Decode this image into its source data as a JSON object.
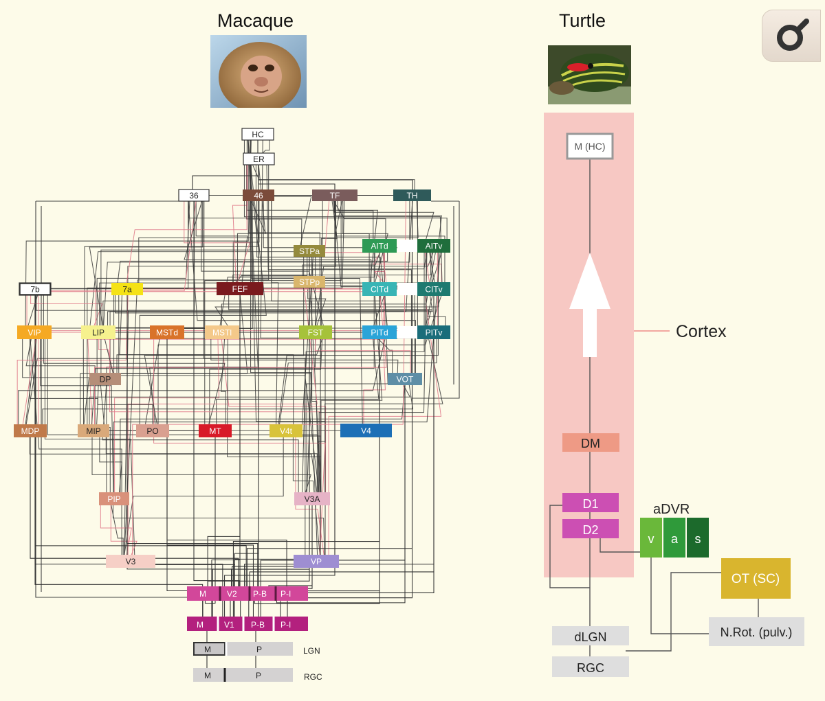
{
  "macaque": {
    "title": "Macaque",
    "areas": [
      {
        "id": "HC",
        "label": "HC",
        "color": "#ffffff",
        "text": "#222222"
      },
      {
        "id": "ER",
        "label": "ER",
        "color": "#ffffff",
        "text": "#222222"
      },
      {
        "id": "36",
        "label": "36",
        "color": "#ffffff",
        "text": "#222222"
      },
      {
        "id": "46",
        "label": "46",
        "color": "#7b4b3a",
        "text": "#ffffff"
      },
      {
        "id": "TF",
        "label": "TF",
        "color": "#7a5c5c",
        "text": "#ffffff"
      },
      {
        "id": "TH",
        "label": "TH",
        "color": "#2f5a5a",
        "text": "#ffffff"
      },
      {
        "id": "STPa",
        "label": "STPa",
        "color": "#948a3c",
        "text": "#ffffff"
      },
      {
        "id": "AITd",
        "label": "AITd",
        "color": "#2e9a55",
        "text": "#ffffff"
      },
      {
        "id": "AITv",
        "label": "AITv",
        "color": "#1f6e3c",
        "text": "#ffffff"
      },
      {
        "id": "7b",
        "label": "7b",
        "color": "#ffffff",
        "text": "#222222"
      },
      {
        "id": "7a",
        "label": "7a",
        "color": "#f5e216",
        "text": "#222222"
      },
      {
        "id": "FEF",
        "label": "FEF",
        "color": "#7a1a1e",
        "text": "#ffffff"
      },
      {
        "id": "STPp",
        "label": "STPp",
        "color": "#d9b66c",
        "text": "#ffffff"
      },
      {
        "id": "CITd",
        "label": "CITd",
        "color": "#38b5b5",
        "text": "#ffffff"
      },
      {
        "id": "CITv",
        "label": "CITv",
        "color": "#1e7a70",
        "text": "#ffffff"
      },
      {
        "id": "VIP",
        "label": "VIP",
        "color": "#f5a923",
        "text": "#ffffff"
      },
      {
        "id": "LIP",
        "label": "LIP",
        "color": "#f6f18e",
        "text": "#222222"
      },
      {
        "id": "MSTd",
        "label": "MSTd",
        "color": "#d9732a",
        "text": "#ffffff"
      },
      {
        "id": "MSTl",
        "label": "MSTl",
        "color": "#f4c98a",
        "text": "#ffffff"
      },
      {
        "id": "FST",
        "label": "FST",
        "color": "#a6c23a",
        "text": "#ffffff"
      },
      {
        "id": "PITd",
        "label": "PITd",
        "color": "#2aa4d8",
        "text": "#ffffff"
      },
      {
        "id": "PITv",
        "label": "PITv",
        "color": "#1a6d7a",
        "text": "#ffffff"
      },
      {
        "id": "DP",
        "label": "DP",
        "color": "#b58e78",
        "text": "#222222"
      },
      {
        "id": "VOT",
        "label": "VOT",
        "color": "#5e8ea6",
        "text": "#ffffff"
      },
      {
        "id": "MDP",
        "label": "MDP",
        "color": "#c07a4a",
        "text": "#ffffff"
      },
      {
        "id": "MIP",
        "label": "MIP",
        "color": "#d9a97a",
        "text": "#222222"
      },
      {
        "id": "PO",
        "label": "PO",
        "color": "#d9a090",
        "text": "#222222"
      },
      {
        "id": "MT",
        "label": "MT",
        "color": "#d81a28",
        "text": "#ffffff"
      },
      {
        "id": "V4t",
        "label": "V4t",
        "color": "#d8c33a",
        "text": "#ffffff"
      },
      {
        "id": "V4",
        "label": "V4",
        "color": "#1c6fb6",
        "text": "#ffffff"
      },
      {
        "id": "PIP",
        "label": "PIP",
        "color": "#d9917a",
        "text": "#ffffff"
      },
      {
        "id": "V3A",
        "label": "V3A",
        "color": "#e6b3c6",
        "text": "#222222"
      },
      {
        "id": "V3",
        "label": "V3",
        "color": "#f6cfc6",
        "text": "#222222"
      },
      {
        "id": "VP",
        "label": "VP",
        "color": "#9e8ed2",
        "text": "#ffffff"
      }
    ],
    "v2": {
      "color": "#d2479a",
      "text": "#ffffff",
      "labels": [
        "M",
        "V2",
        "P-B",
        "P-I"
      ]
    },
    "v1": {
      "color": "#b3207e",
      "text": "#ffffff",
      "labels": [
        "M",
        "V1",
        "P-B",
        "P-I"
      ]
    },
    "lgn": {
      "labels": [
        "M",
        "P"
      ],
      "side_label": "LGN"
    },
    "rgc": {
      "labels": [
        "M",
        "P"
      ],
      "side_label": "RGC"
    }
  },
  "turtle": {
    "title": "Turtle",
    "cortex_label": "Cortex",
    "cortex_band_color": "#f7c8c3",
    "areas": [
      {
        "id": "MHC",
        "label": "M (HC)",
        "color": "#ffffff",
        "text": "#555555"
      },
      {
        "id": "DM",
        "label": "DM",
        "color": "#ee9a85",
        "text": "#222222"
      },
      {
        "id": "D1",
        "label": "D1",
        "color": "#cc4fb3",
        "text": "#ffffff"
      },
      {
        "id": "D2",
        "label": "D2",
        "color": "#cc4fb3",
        "text": "#ffffff"
      },
      {
        "id": "OT",
        "label": "OT (SC)",
        "color": "#d9b52e",
        "text": "#ffffff"
      },
      {
        "id": "NRot",
        "label": "N.Rot. (pulv.)",
        "color": "#dedede",
        "text": "#222222"
      },
      {
        "id": "dLGN",
        "label": "dLGN",
        "color": "#dedede",
        "text": "#222222"
      },
      {
        "id": "RGC",
        "label": "RGC",
        "color": "#dedede",
        "text": "#222222"
      }
    ],
    "advr": {
      "title": "aDVR",
      "cells": [
        {
          "label": "v",
          "color": "#6ab83a"
        },
        {
          "label": "a",
          "color": "#2f9a3a"
        },
        {
          "label": "s",
          "color": "#1c6a2c"
        }
      ]
    }
  },
  "icons": {
    "lookup": "magnifier-icon"
  }
}
